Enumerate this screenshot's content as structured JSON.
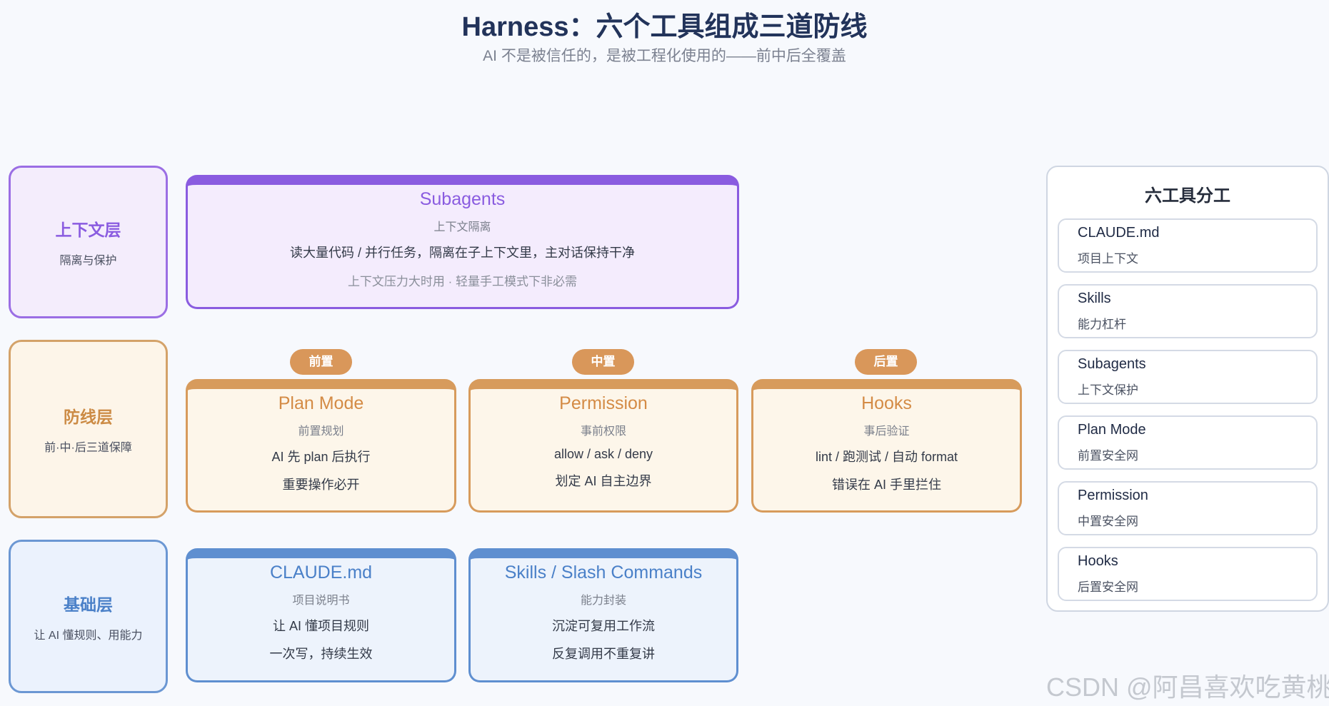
{
  "title": "Harness：六个工具组成三道防线",
  "subtitle": "AI 不是被信任的，是被工程化使用的——前中后全覆盖",
  "layers": [
    {
      "name": "上下文层",
      "desc": "隔离与保护"
    },
    {
      "name": "防线层",
      "desc": "前·中·后三道保障"
    },
    {
      "name": "基础层",
      "desc": "让 AI 懂规则、用能力"
    }
  ],
  "context_card": {
    "title": "Subagents",
    "subtitle": "上下文隔离",
    "line1": "读大量代码 / 并行任务，隔离在子上下文里，主对话保持干净",
    "note": "上下文压力大时用 · 轻量手工模式下非必需"
  },
  "defense_tags": [
    "前置",
    "中置",
    "后置"
  ],
  "defense_cards": [
    {
      "title": "Plan Mode",
      "subtitle": "前置规划",
      "line1": "AI 先 plan 后执行",
      "line2": "重要操作必开"
    },
    {
      "title": "Permission",
      "subtitle": "事前权限",
      "line1": "allow / ask / deny",
      "line2": "划定 AI 自主边界"
    },
    {
      "title": "Hooks",
      "subtitle": "事后验证",
      "line1": "lint / 跑测试 / 自动 format",
      "line2": "错误在 AI 手里拦住"
    }
  ],
  "base_cards": [
    {
      "title": "CLAUDE.md",
      "subtitle": "项目说明书",
      "line1": "让 AI 懂项目规则",
      "line2": "一次写，持续生效"
    },
    {
      "title": "Skills / Slash Commands",
      "subtitle": "能力封装",
      "line1": "沉淀可复用工作流",
      "line2": "反复调用不重复讲"
    }
  ],
  "panel": {
    "title": "六工具分工",
    "items": [
      {
        "name": "CLAUDE.md",
        "desc": "项目上下文"
      },
      {
        "name": "Skills",
        "desc": "能力杠杆"
      },
      {
        "name": "Subagents",
        "desc": "上下文保护"
      },
      {
        "name": "Plan Mode",
        "desc": "前置安全网"
      },
      {
        "name": "Permission",
        "desc": "中置安全网"
      },
      {
        "name": "Hooks",
        "desc": "后置安全网"
      }
    ]
  },
  "watermark": "CSDN @阿昌喜欢吃黄桃",
  "colors": {
    "context": "#8a5ce0",
    "defense": "#d79b5c",
    "base": "#5f8fd0",
    "title": "#22335a"
  }
}
